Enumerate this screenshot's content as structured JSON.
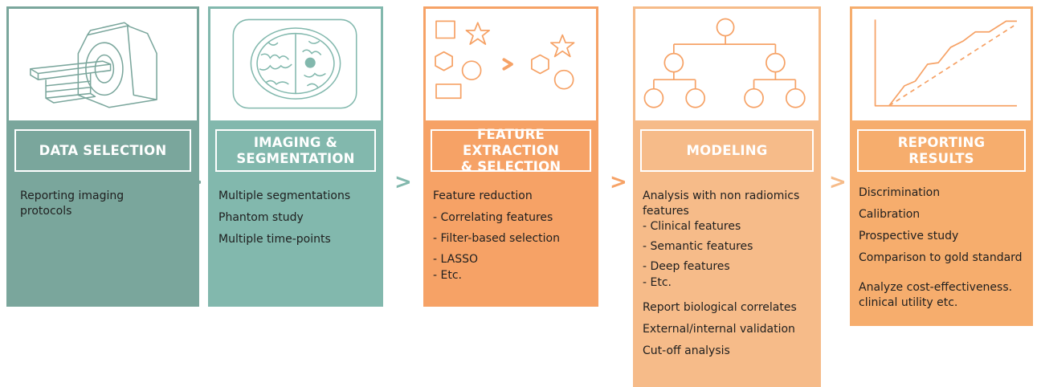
{
  "stages": [
    {
      "title": "DATA SELECTION",
      "items": [
        "Reporting imaging\nprotocols"
      ]
    },
    {
      "title": "IMAGING &\nSEGMENTATION",
      "items": [
        "Multiple segmentations",
        "Phantom study",
        "Multiple time-points"
      ]
    },
    {
      "title": "FEATURE EXTRACTION\n& SELECTION",
      "items": [
        "Feature reduction",
        "- Correlating features",
        "- Filter-based selection",
        "- LASSO",
        "- Etc."
      ]
    },
    {
      "title": "MODELING",
      "items": [
        "Analysis with non radiomics\nfeatures",
        "- Clinical features",
        "- Semantic features",
        "- Deep features",
        "- Etc.",
        "Report biological correlates",
        "External/internal validation",
        "Cut-off analysis"
      ]
    },
    {
      "title": "REPORTING\nRESULTS",
      "items": [
        "Discrimination",
        "Calibration",
        "Prospective study",
        "Comparison to gold standard",
        "Analyze cost-effectiveness.\nclinical utility etc."
      ]
    }
  ],
  "arrow_glyph": ">",
  "colors": {
    "teal_dark": "#7aa69c",
    "teal": "#82b8ad",
    "orange": "#f6a266",
    "orange_light": "#f6bb89",
    "orange_mid": "#f6ad6d"
  }
}
